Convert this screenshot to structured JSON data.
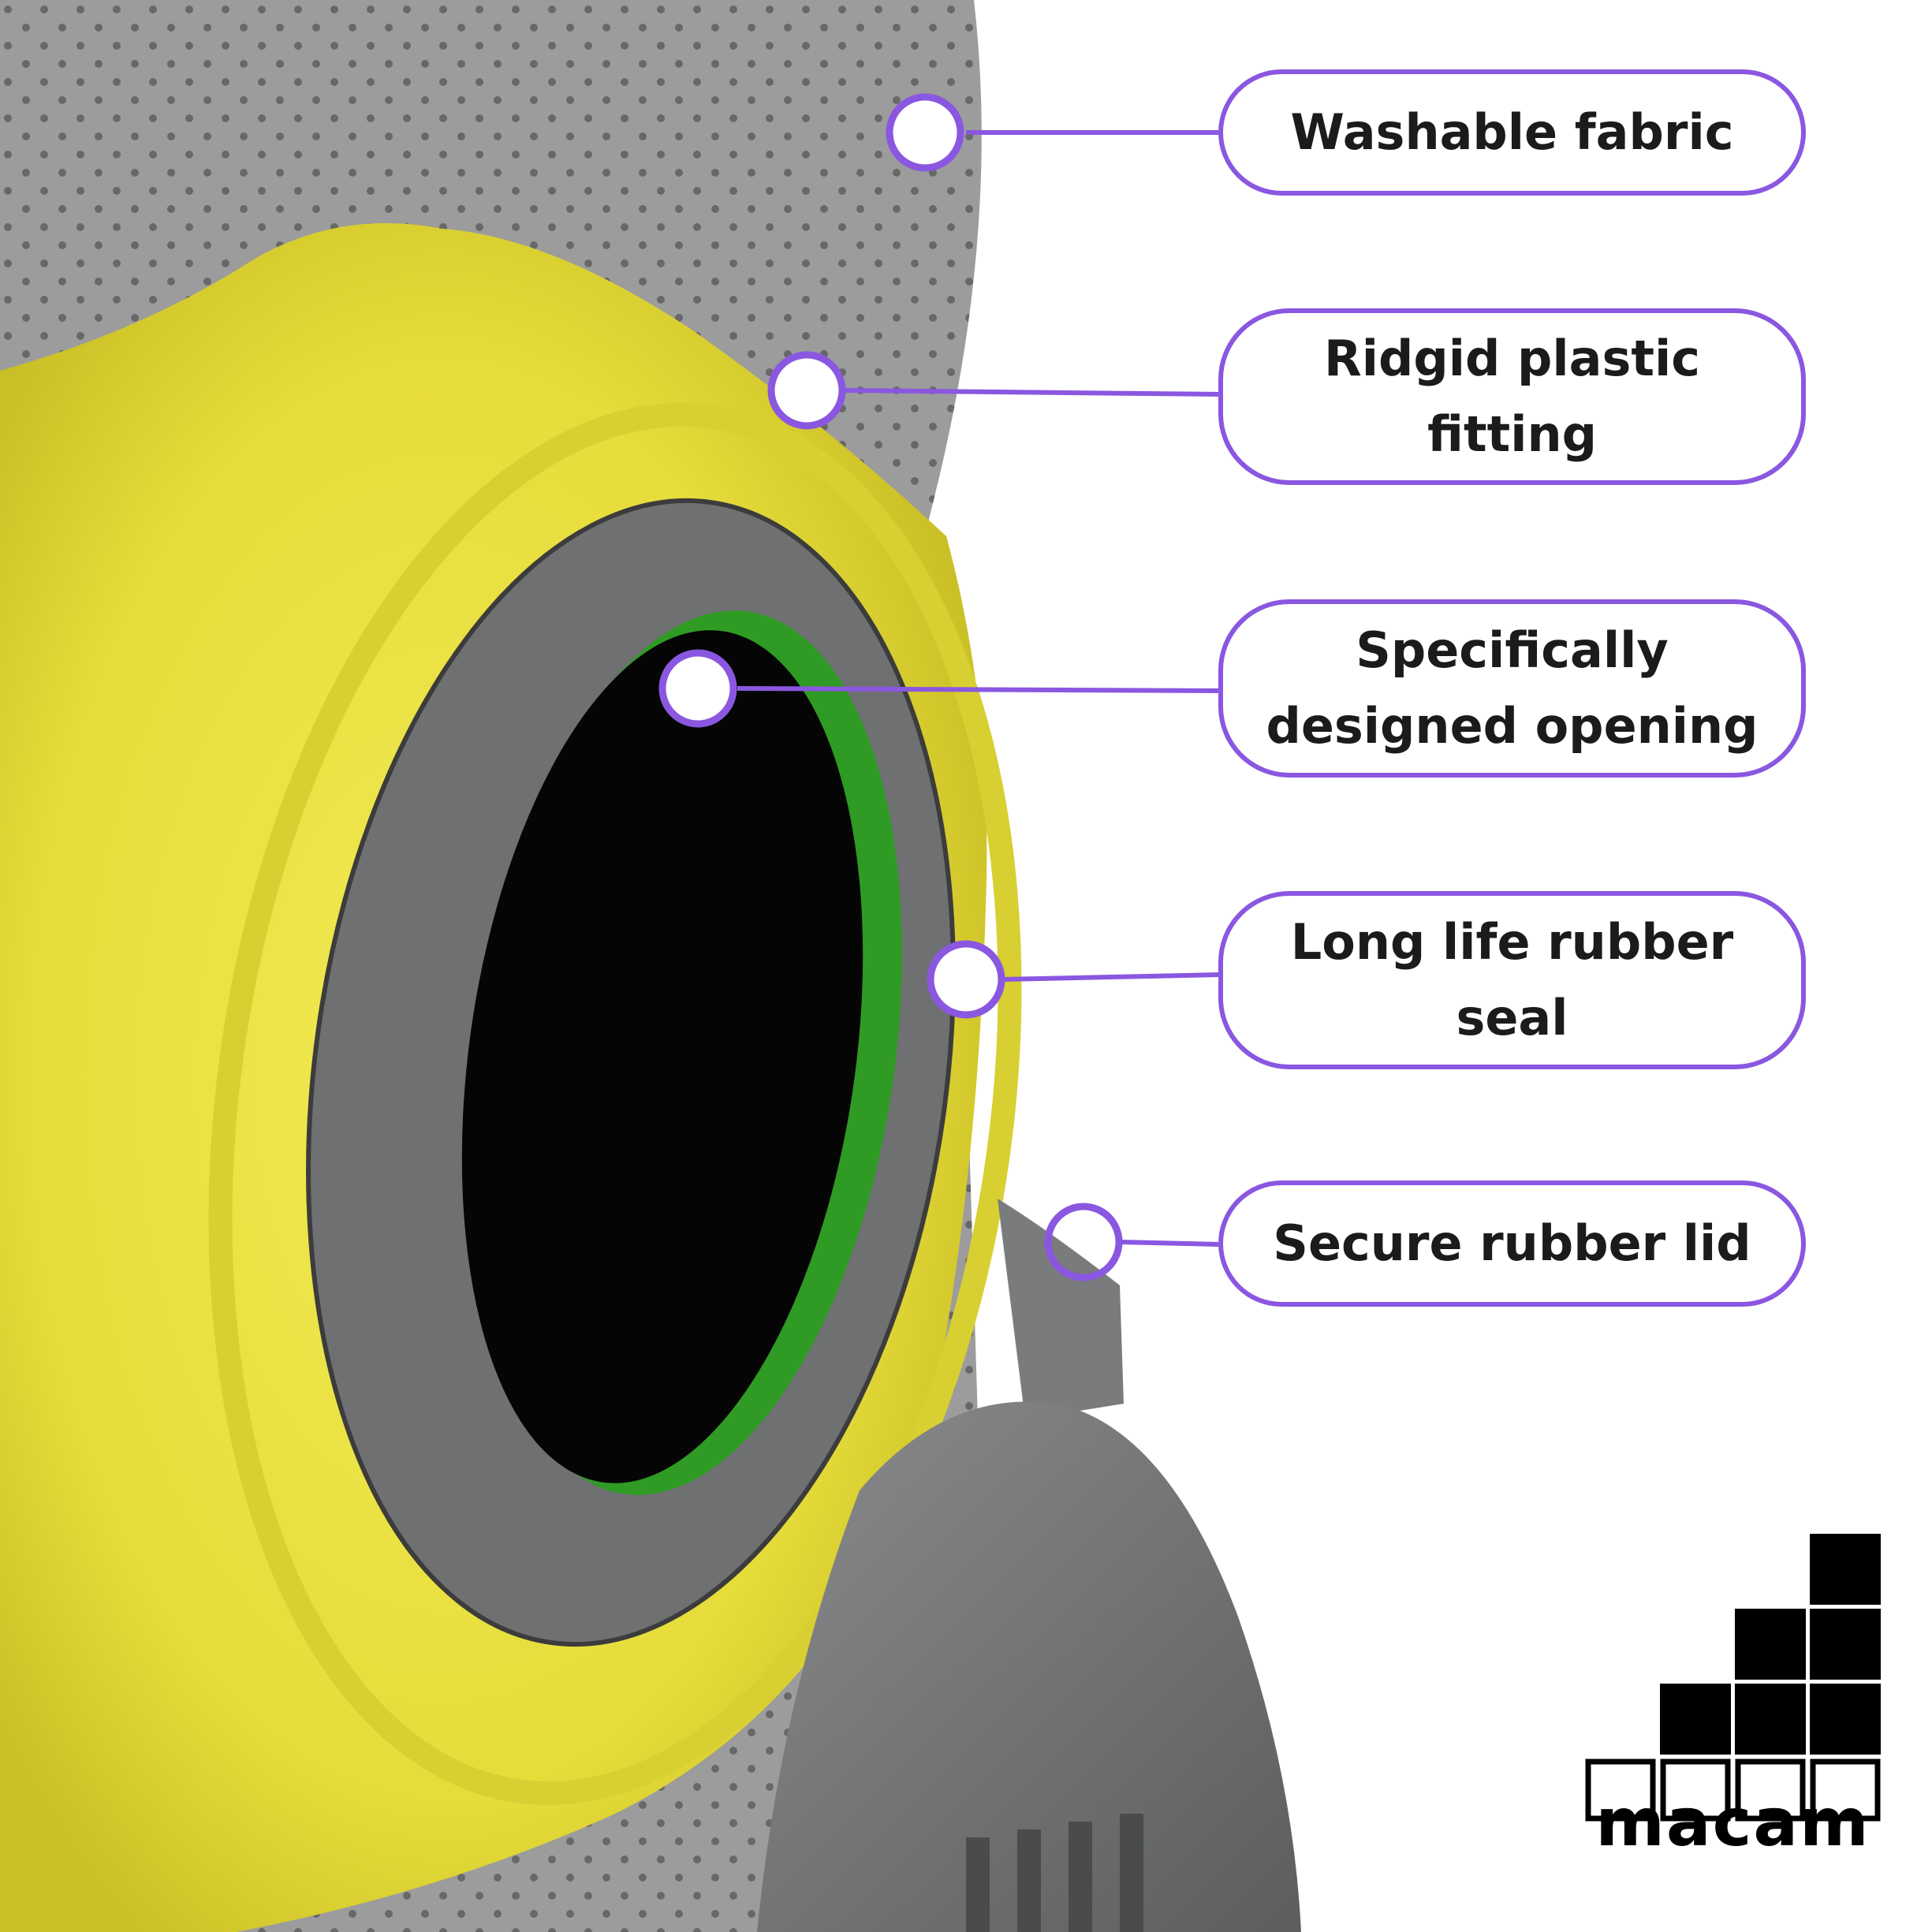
{
  "callouts": [
    {
      "id": "fabric",
      "text": "Washable fabric"
    },
    {
      "id": "fitting",
      "text": "Ridgid plastic\nfitting"
    },
    {
      "id": "opening",
      "text": "Specifically\ndesigned opening"
    },
    {
      "id": "seal",
      "text": "Long life rubber\nseal"
    },
    {
      "id": "lid",
      "text": "Secure rubber lid"
    }
  ],
  "brand": {
    "name": "macam"
  },
  "colors": {
    "accent": "#8a57e0",
    "fitting_yellow": "#e6de3a",
    "seal_grey": "#6f7072",
    "fabric_grey": "#9a9a9a",
    "inner_green": "#2f9b24"
  }
}
